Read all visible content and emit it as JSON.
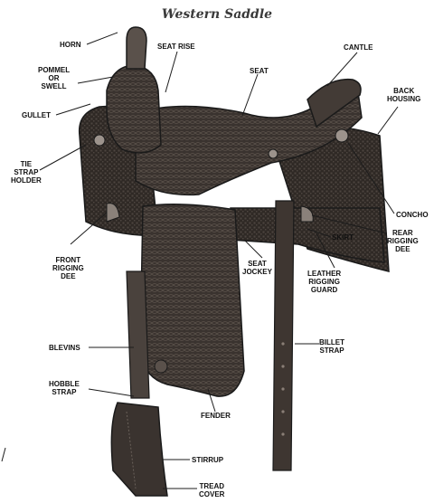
{
  "title": "Western Saddle",
  "labels": {
    "horn": [
      "HORN"
    ],
    "pommel": [
      "POMMEL",
      "OR",
      "SWELL"
    ],
    "gullet": [
      "GULLET"
    ],
    "tie_strap_holder": [
      "TIE",
      "STRAP",
      "HOLDER"
    ],
    "seat_rise": [
      "SEAT RISE"
    ],
    "seat": [
      "SEAT"
    ],
    "cantle": [
      "CANTLE"
    ],
    "back_housing": [
      "BACK",
      "HOUSING"
    ],
    "concho": [
      "CONCHO"
    ],
    "rear_rigging_dee": [
      "REAR",
      "RIGGING",
      "DEE"
    ],
    "skirt": [
      "SKIRT"
    ],
    "front_rigging_dee": [
      "FRONT",
      "RIGGING",
      "DEE"
    ],
    "seat_jockey": [
      "SEAT",
      "JOCKEY"
    ],
    "leather_rigging_guard": [
      "LEATHER",
      "RIGGING",
      "GUARD"
    ],
    "billet_strap": [
      "BILLET",
      "STRAP"
    ],
    "blevins": [
      "BLEVINS"
    ],
    "hobble_strap": [
      "HOBBLE",
      "STRAP"
    ],
    "fender": [
      "FENDER"
    ],
    "stirrup": [
      "STIRRUP"
    ],
    "tread_cover": [
      "TREAD",
      "COVER"
    ]
  },
  "colors": {
    "leather_dark": "#2b2623",
    "leather_mid": "#4a423d",
    "leather_light": "#6a615a",
    "line": "#1c1c1c"
  }
}
